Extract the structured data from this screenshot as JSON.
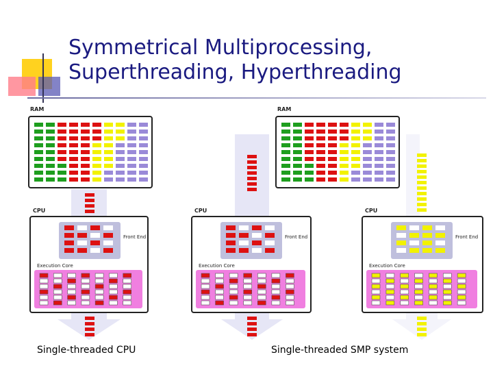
{
  "slide": {
    "title_line1": "Symmetrical Multiprocessing,",
    "title_line2": "Superthreading, Hyperthreading"
  },
  "diagram": {
    "labels": {
      "ram": "RAM",
      "cpu": "CPU",
      "front_end": "Front End",
      "execution_core": "Execution Core"
    },
    "colors": {
      "green": "#1e9e1e",
      "red": "#dd1111",
      "yellow": "#f2f200",
      "purple": "#9a8ad8",
      "flow": "#e6e6f6",
      "flow_light": "#f4f4fb",
      "chip": "#bfbfdd",
      "pink": "#f07fe0",
      "lavender": "#e0ccef"
    },
    "captions": {
      "left": "Single-threaded CPU",
      "right": "Single-threaded SMP system"
    }
  }
}
